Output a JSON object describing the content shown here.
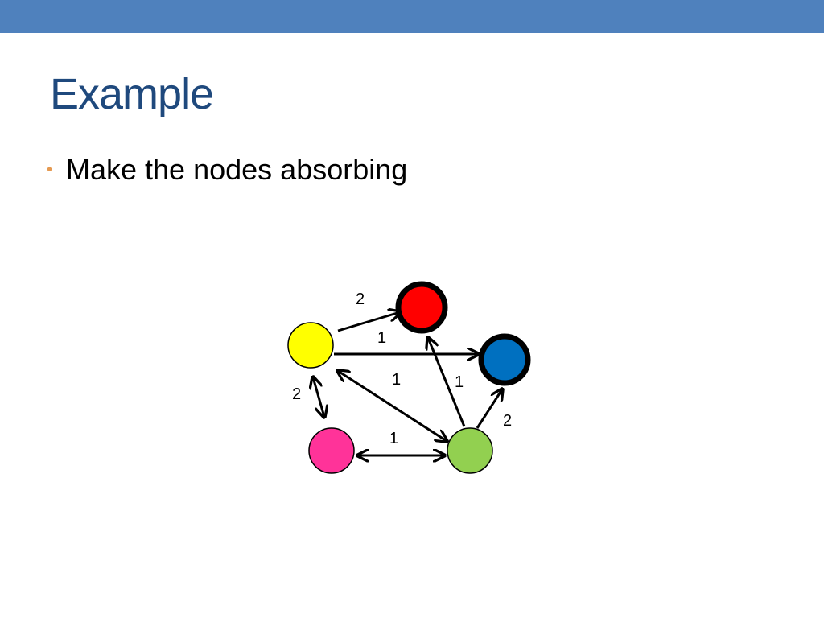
{
  "slide": {
    "title": "Example",
    "bullet": "Make the nodes absorbing"
  },
  "colors": {
    "top_bar": "#4f81bd",
    "title": "#1f497d",
    "bullet_dot": "#e59a52",
    "edge": "#000000",
    "absorbing_border": "#000000"
  },
  "graph": {
    "nodes": [
      {
        "id": "yellow",
        "color": "#ffff00",
        "absorbing": false
      },
      {
        "id": "red",
        "color": "#ff0000",
        "absorbing": true
      },
      {
        "id": "blue",
        "color": "#0070c0",
        "absorbing": true
      },
      {
        "id": "pink",
        "color": "#ff3399",
        "absorbing": false
      },
      {
        "id": "green",
        "color": "#92d050",
        "absorbing": false
      }
    ],
    "edges": [
      {
        "id": "yellow-red",
        "from": "yellow",
        "to": "red",
        "weight": "2",
        "bidirectional": false
      },
      {
        "id": "yellow-blue",
        "from": "yellow",
        "to": "blue",
        "weight": "1",
        "bidirectional": false
      },
      {
        "id": "green-yellow",
        "from": "green",
        "to": "yellow",
        "weight": "1",
        "bidirectional": true
      },
      {
        "id": "green-red",
        "from": "green",
        "to": "red",
        "weight": "1",
        "bidirectional": false
      },
      {
        "id": "green-blue",
        "from": "green",
        "to": "blue",
        "weight": "2",
        "bidirectional": false
      },
      {
        "id": "yellow-pink",
        "from": "yellow",
        "to": "pink",
        "weight": "2",
        "bidirectional": true
      },
      {
        "id": "pink-green",
        "from": "pink",
        "to": "green",
        "weight": "1",
        "bidirectional": true
      }
    ]
  }
}
